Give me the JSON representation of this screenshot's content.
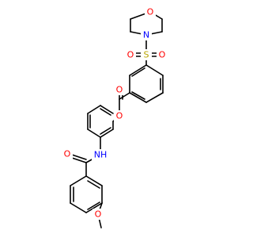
{
  "colors": {
    "bond": "#000000",
    "carbon": "#000000",
    "oxygen": "#ff0000",
    "nitrogen": "#0000ff",
    "sulfur": "#b8a400",
    "background": "#ffffff"
  },
  "atoms": {
    "morpholine_oxygen": "O",
    "morpholine_nitrogen": "N",
    "sulfonyl_sulfur": "S",
    "sulfonyl_oxygen_left": "O",
    "sulfonyl_oxygen_right": "O",
    "ester_carbonyl_oxygen": "O",
    "ester_oxygen": "O",
    "amide_nitrogen": "NH",
    "amide_carbonyl_oxygen": "O",
    "methoxy_oxygen": "O"
  }
}
